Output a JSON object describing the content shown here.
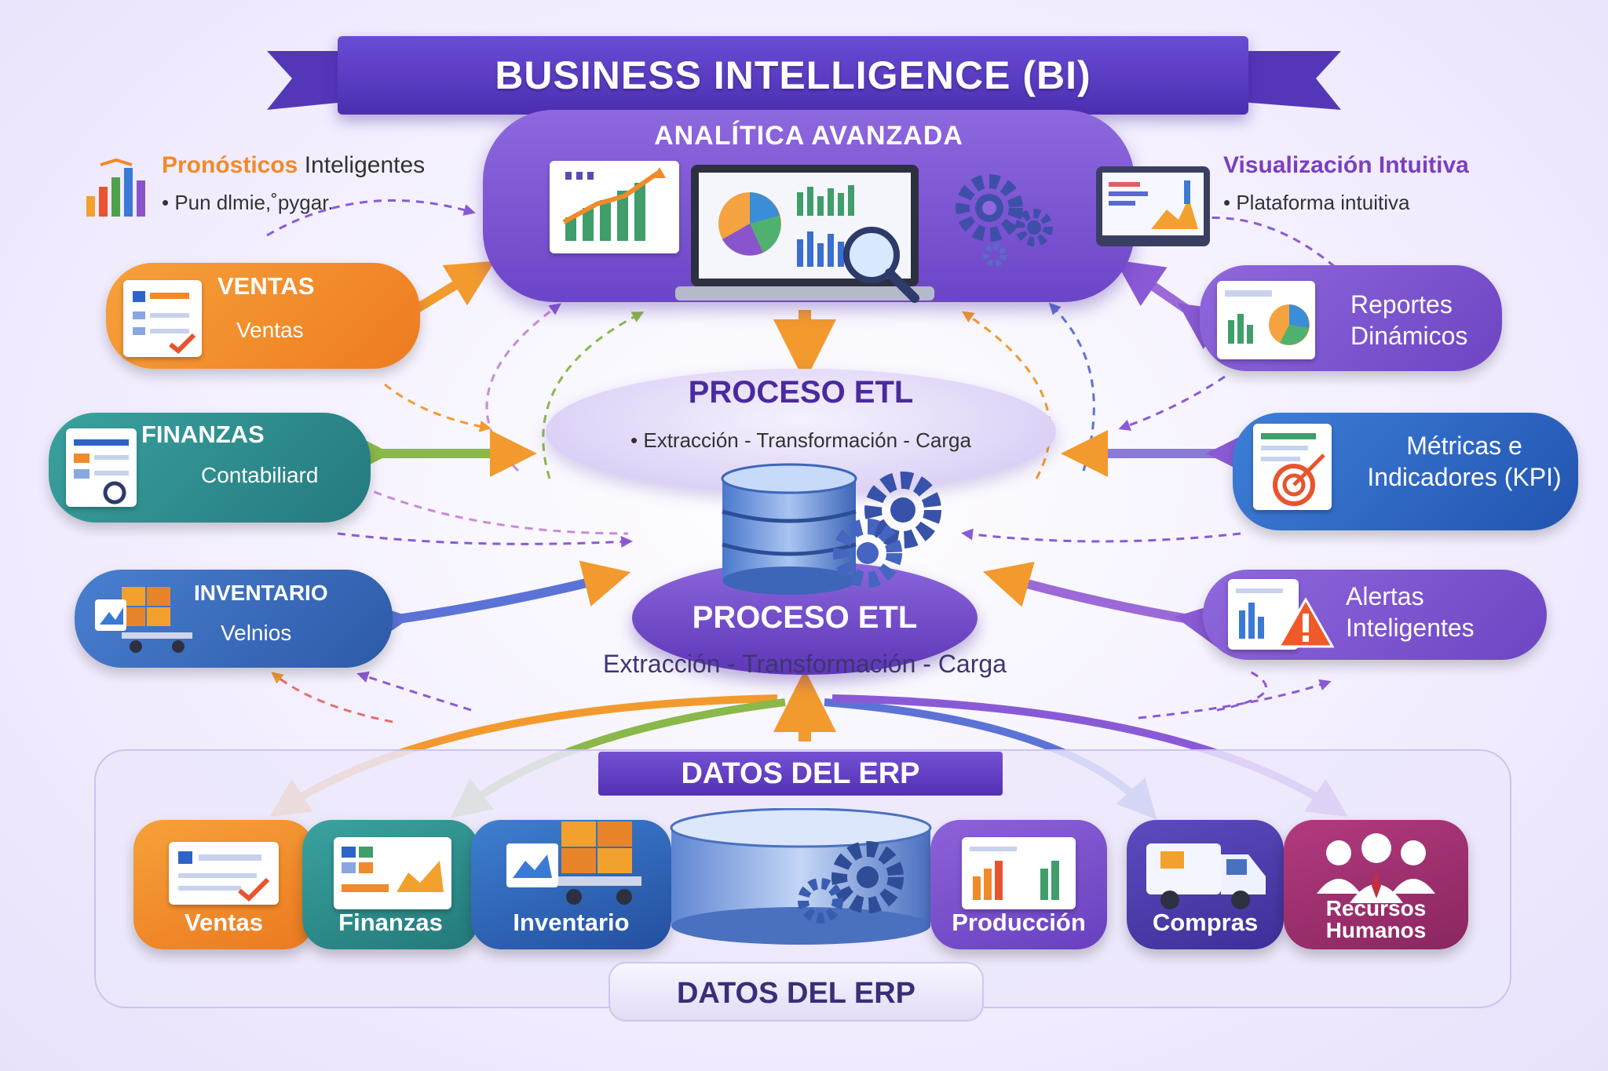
{
  "title": "BUSINESS INTELLIGENCE (BI)",
  "analytics": {
    "title": "ANALÍTICA AVANZADA"
  },
  "left_feature": {
    "title_colored": "Pronósticos",
    "title_rest": "Inteligentes",
    "subtitle": "• Pun dlmie,˚pygar."
  },
  "right_feature": {
    "title": "Visualización Intuitiva",
    "subtitle": "• Plataforma intuitiva"
  },
  "left_modules": [
    {
      "title": "VENTAS",
      "subtitle": "Ventas",
      "color": "#f28a2a"
    },
    {
      "title": "FINANZAS",
      "subtitle": "Contabiliard",
      "color": "#2f8f94"
    },
    {
      "title": "INVENTARIO",
      "subtitle": "Velnios",
      "color": "#3569b5"
    }
  ],
  "right_modules": [
    {
      "title": "Reportes Dinámicos",
      "color": "#7d4fcc"
    },
    {
      "title": "Métricas e Indicadores (KPI)",
      "color": "#2a62bd"
    },
    {
      "title": "Alertas Inteligentes",
      "color": "#7d4fcc"
    }
  ],
  "etl": {
    "title_top": "PROCESO ETL",
    "subtitle_top": "• Extracción - Transformación - Carga",
    "title_disc": "PROCESO ETL",
    "subtitle_bottom": "Extracción - Transformación - Carga"
  },
  "erp": {
    "label_top": "DATOS DEL ERP",
    "label_bottom": "DATOS DEL ERP",
    "tiles": [
      {
        "label": "Ventas",
        "color": "#f0862a"
      },
      {
        "label": "Finanzas",
        "color": "#2b9090"
      },
      {
        "label": "Inventario",
        "color": "#2f6cb6"
      },
      {
        "label": "Producción",
        "color": "#7a4dcc"
      },
      {
        "label": "Compras",
        "color": "#4a3ca8"
      },
      {
        "label": "Recursos Humanos",
        "color": "#9b2f6e"
      }
    ]
  }
}
